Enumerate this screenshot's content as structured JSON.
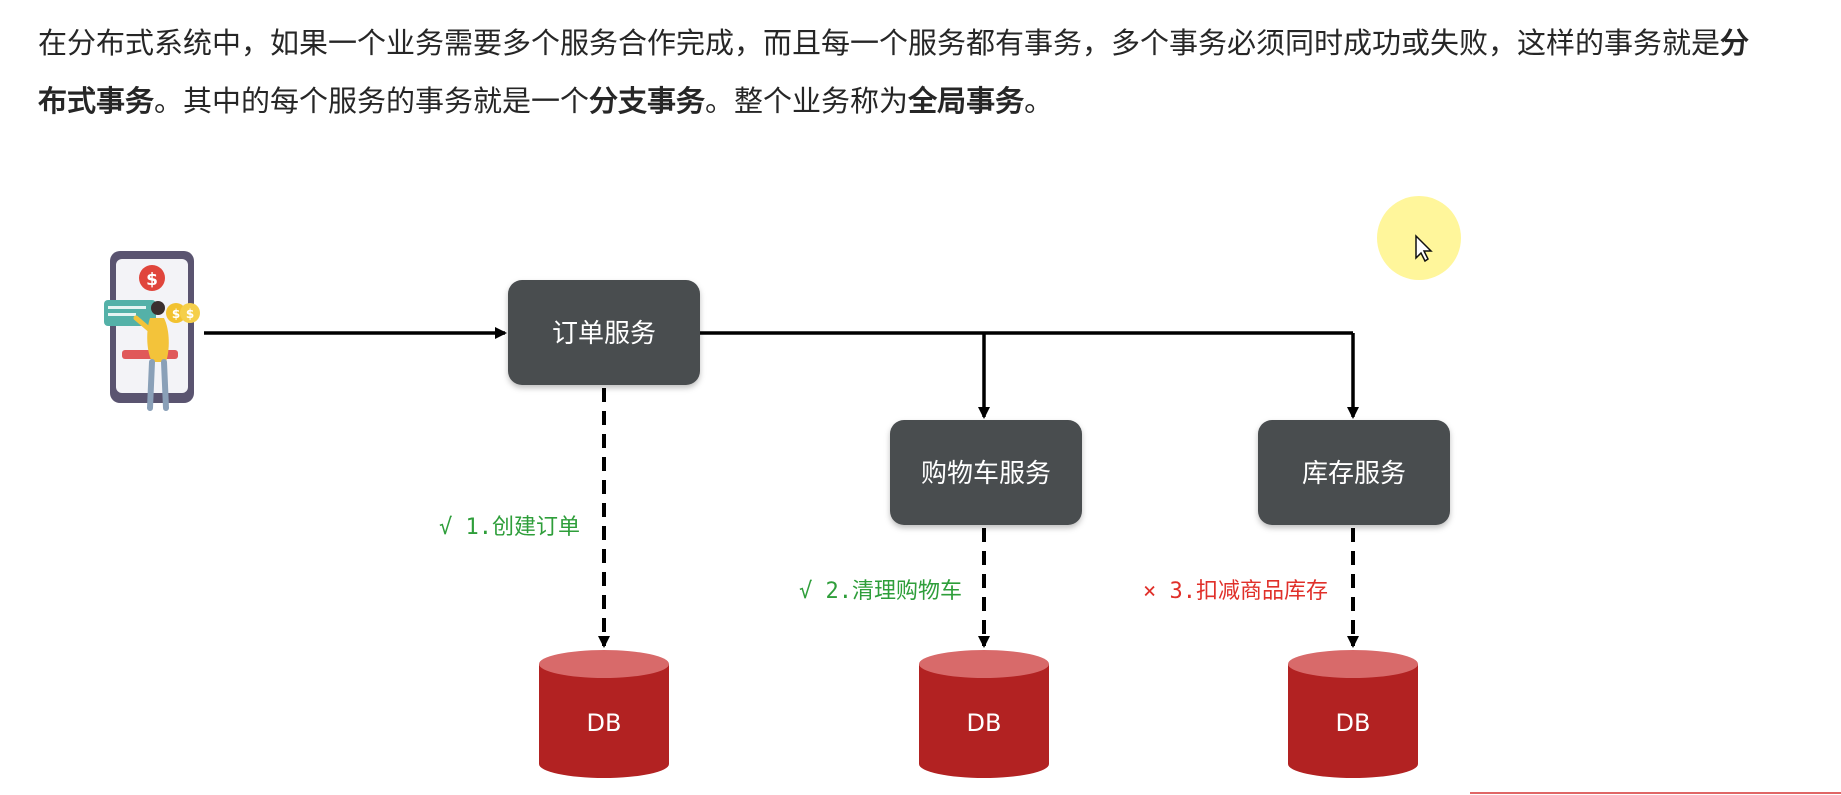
{
  "intro": {
    "part1": "在分布式系统中，如果一个业务需要多个服务合作完成，而且每一个服务都有事务，多个事务必须同时成功或失败，这样的事务就是",
    "term_distributed": "分布式事务",
    "part2": "。其中的每个服务的事务就是一个",
    "term_branch": "分支事务",
    "part3": "。整个业务称为",
    "term_global": "全局事务",
    "part4": "。"
  },
  "diagram": {
    "client_icon": "mobile-payment-user-icon",
    "services": {
      "order": "订单服务",
      "cart": "购物车服务",
      "stock": "库存服务"
    },
    "databases": {
      "order": "DB",
      "cart": "DB",
      "stock": "DB"
    },
    "steps": {
      "step1": "√ 1.创建订单",
      "step2": "√ 2.清理购物车",
      "step3": "× 3.扣减商品库存"
    }
  },
  "colors": {
    "service_box": "#4a4d4f",
    "db_body": "#b22222",
    "db_top": "#d86a6a",
    "success": "#2e9e3a",
    "failure": "#e0302a",
    "arrow": "#000000",
    "cursor_highlight": "#fff48a"
  }
}
